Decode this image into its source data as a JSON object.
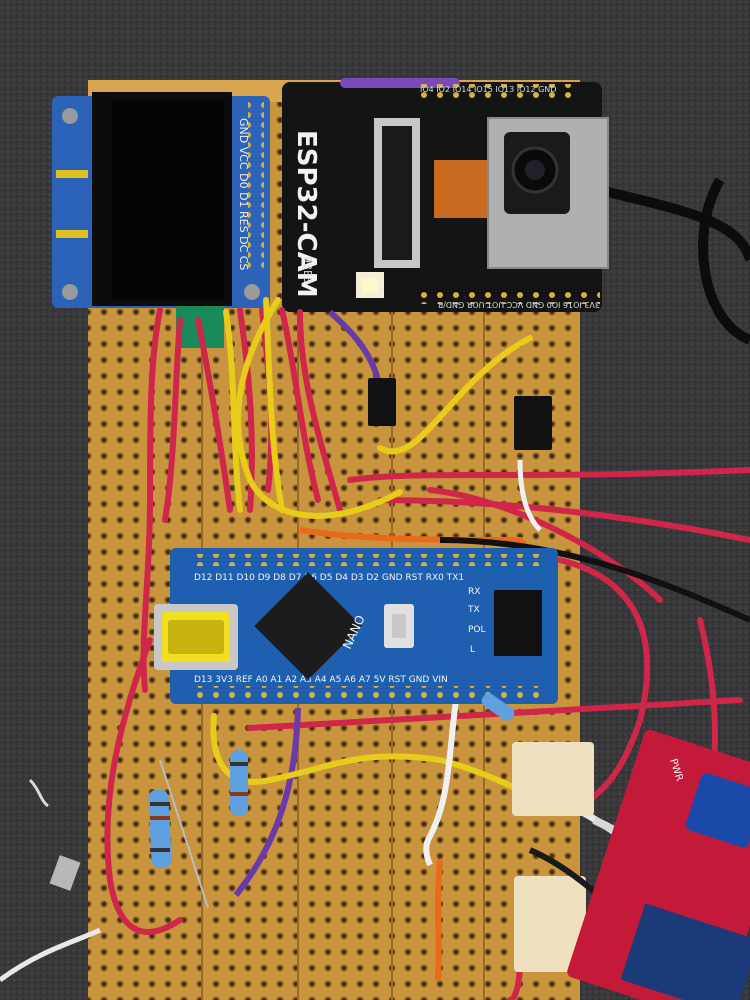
{
  "scene": {
    "description_labels": {
      "camera_module_name": "ESP32-CAM",
      "camera_module_code": "93E3",
      "camera_top_pins": "IO4 IO2 IO14 IO15 IO13 IO12 GND",
      "camera_bottom_pins": "3V3 IO16 IO0 GND VCC UOT UOR GND/R",
      "oled_pins": [
        "GND",
        "VCC",
        "D0",
        "D1",
        "RES",
        "DC",
        "CS"
      ],
      "nano_label": "NANO",
      "nano_top_pins": "D12 D11 D10 D9 D8 D7 D6 D5 D4 D3 D2 GND RST RX0 TX1",
      "nano_bottom_pins": "D13 3V3 REF A0 A1 A2 A3 A4 A5 A6 A7 5V RST GND VIN",
      "nano_leds": [
        "RX",
        "TX",
        "POL",
        "L"
      ],
      "relay_label": "PWR"
    },
    "colors": {
      "background": "#2e2e30",
      "stripboard": "#c8943e",
      "oled_pcb": "#2b63b8",
      "cam_pcb": "#141414",
      "nano_pcb": "#1f5fb0",
      "wire_red": "#d0264a",
      "wire_yellow": "#e8cc1a",
      "wire_purple": "#6a3aa8",
      "wire_orange": "#e86a1a",
      "wire_white": "#f0f0f0",
      "relay_pcb": "#c41a3a"
    }
  }
}
